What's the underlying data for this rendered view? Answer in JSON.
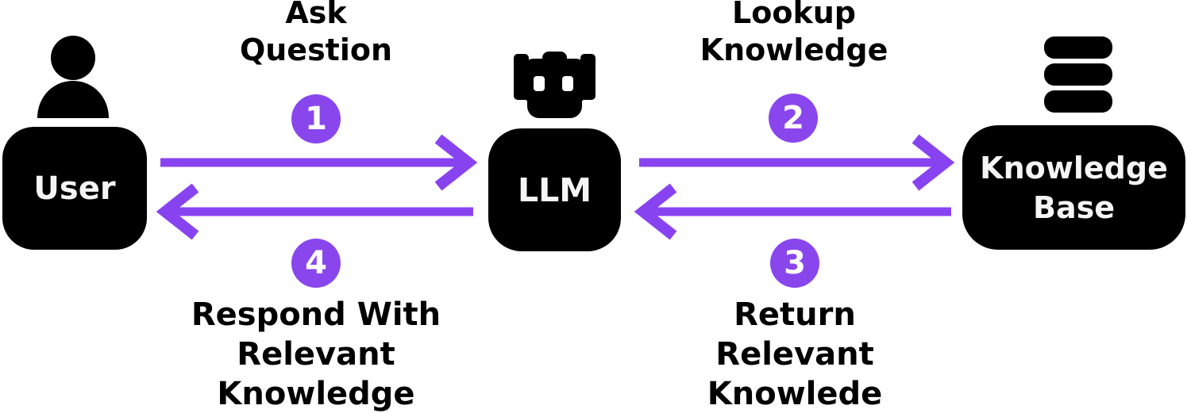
{
  "diagram": {
    "nodes": [
      {
        "id": "user",
        "icon": "person-icon",
        "label_lines": [
          "User"
        ]
      },
      {
        "id": "llm",
        "icon": "robot-icon",
        "label_lines": [
          "LLM"
        ]
      },
      {
        "id": "knowledge-base",
        "icon": "database-icon",
        "label_lines": [
          "Knowledge",
          "Base"
        ]
      }
    ],
    "flows": [
      {
        "step": "1",
        "from": "User",
        "to": "LLM",
        "direction": "right",
        "label_lines": [
          "Ask",
          "Question"
        ]
      },
      {
        "step": "2",
        "from": "LLM",
        "to": "Knowledge Base",
        "direction": "right",
        "label_lines": [
          "Lookup",
          "Knowledge"
        ]
      },
      {
        "step": "3",
        "from": "Knowledge Base",
        "to": "LLM",
        "direction": "left",
        "label_lines": [
          "Return",
          "Relevant",
          "Knowlede"
        ]
      },
      {
        "step": "4",
        "from": "LLM",
        "to": "User",
        "direction": "left",
        "label_lines": [
          "Respond With",
          "Relevant",
          "Knowledge"
        ]
      }
    ],
    "colors": {
      "accent": "#8843f0",
      "badge_bg": "#8a46ed",
      "badge_text": "#ffffff",
      "node_bg": "#000000",
      "node_text": "#f5f5f5",
      "label_text": "#000000"
    }
  }
}
